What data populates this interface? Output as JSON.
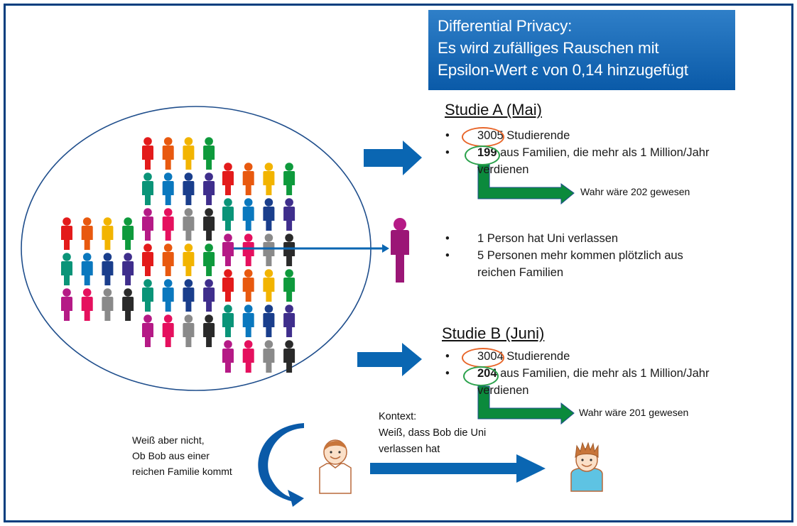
{
  "header": {
    "lines": [
      "Differential Privacy:",
      "Es wird zufälliges Rauschen mit",
      "Epsilon-Wert ε von 0,14 hinzugefügt"
    ]
  },
  "colors": {
    "frame": "#003E7E",
    "banner_top": "#2F7FC8",
    "banner_bottom": "#0A5AA8",
    "arrow_blue": "#0A66B2",
    "arrow_green": "#0B8A3C",
    "oval_orange": "#E8662A",
    "oval_green": "#2BA24C",
    "ellipse_stroke": "#1F4E8C"
  },
  "population": {
    "palette": [
      "#E31B1B",
      "#E8590F",
      "#F2B400",
      "#0E9A3C",
      "#0A9478",
      "#0A78BE",
      "#1A3E8C",
      "#3F2E8C",
      "#B51A86",
      "#E5105E",
      "#8A8A8A",
      "#2A2A2A"
    ],
    "blocks": [
      {
        "name": "left",
        "rows": 3
      },
      {
        "name": "middle",
        "rows": 6
      },
      {
        "name": "right",
        "rows": 6
      }
    ],
    "removed_person_color": "#B51A86"
  },
  "study_a": {
    "title": "Studie A (Mai)",
    "students_count": "3005",
    "students_label": " Studierende",
    "rich_count": "199",
    "rich_label_line1": " aus Familien, die mehr als 1 Million/Jahr",
    "rich_label_line2": "verdienen",
    "true_value_note": "Wahr wäre 202 gewesen"
  },
  "change": {
    "items": [
      "1 Person hat Uni verlassen",
      "5 Personen mehr kommen plötzlich aus",
      "reichen Familien"
    ]
  },
  "study_b": {
    "title": "Studie B (Juni)",
    "students_count": "3004",
    "students_label": " Studierende",
    "rich_count": "204",
    "rich_label_line1": " aus Familien, die mehr als 1 Million/Jahr",
    "rich_label_line2": "verdienen",
    "true_value_note": "Wahr wäre 201 gewesen"
  },
  "attacker": {
    "unknown_lines": [
      "Weiß aber nicht,",
      "Ob Bob aus einer",
      "reichen Familie kommt"
    ],
    "context_lines": [
      "Kontext:",
      "Weiß, dass Bob die Uni",
      "verlassen hat"
    ]
  }
}
